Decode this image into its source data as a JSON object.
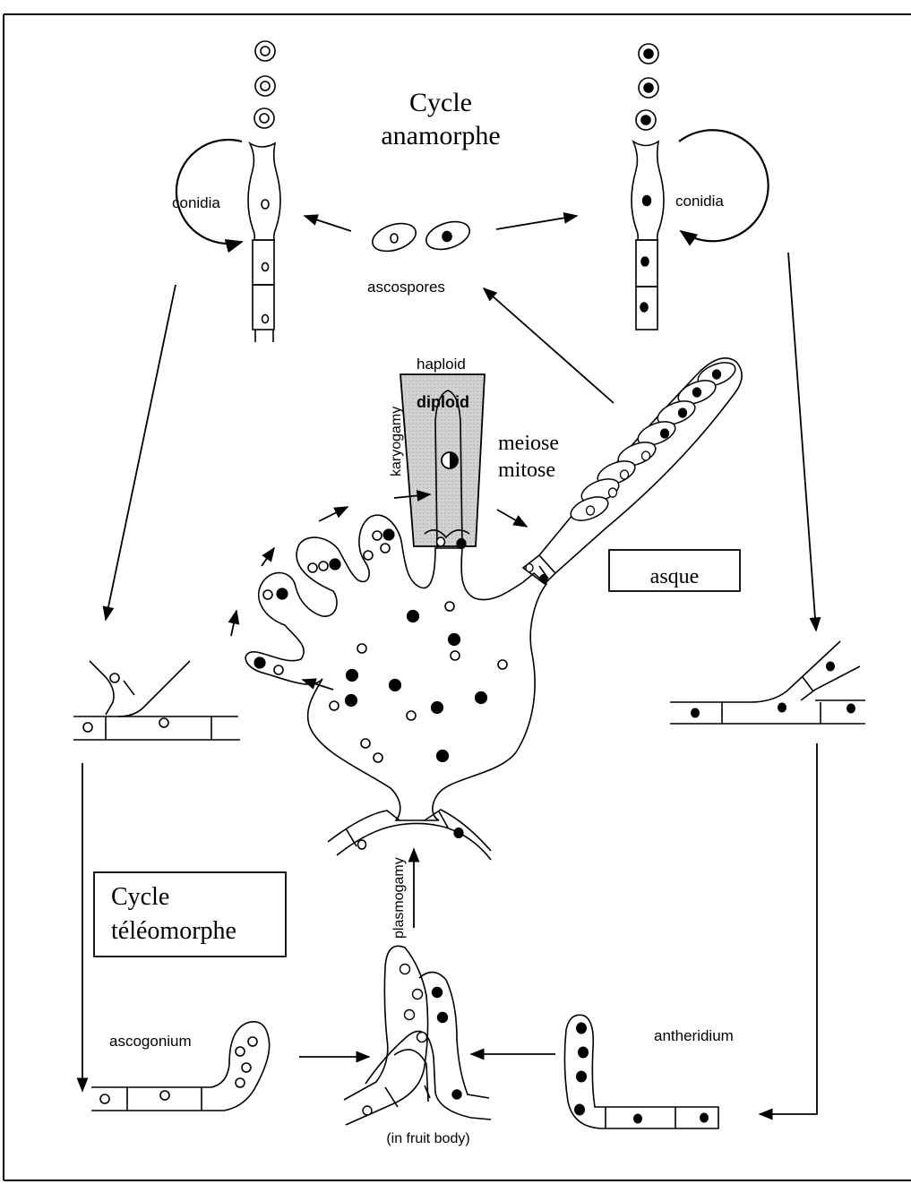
{
  "labels": {
    "anamorph_title_1": "Cycle",
    "anamorph_title_2": "anamorphe",
    "conidia_left": "conidia",
    "conidia_right": "conidia",
    "ascospores": "ascospores",
    "haploid": "haploid",
    "diploid": "diploid",
    "karyogamy": "karyogamy",
    "meiose": "meiose",
    "mitose": "mitose",
    "asque": "asque",
    "teleomorph_title_1": "Cycle",
    "teleomorph_title_2": "téléomorphe",
    "plasmogamy": "plasmogamy",
    "ascogonium": "ascogonium",
    "antheridium": "antheridium",
    "fruit_body": "(in fruit body)"
  },
  "colors": {
    "ink": "#000000",
    "paper": "#ffffff",
    "diploid_zone": "#c8c8c8"
  }
}
